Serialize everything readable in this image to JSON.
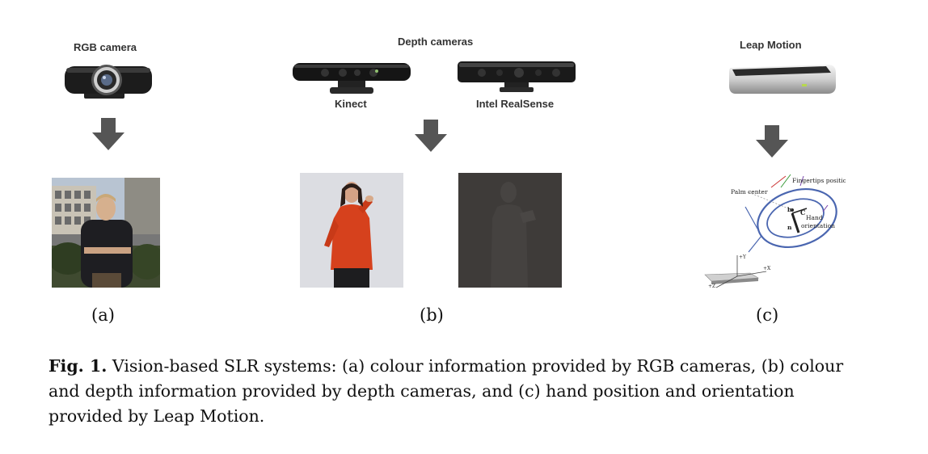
{
  "figure": {
    "panels": [
      {
        "id": "a",
        "device_label": "RGB camera",
        "panel_label": "(a)"
      },
      {
        "id": "b",
        "group_label": "Depth cameras",
        "devices": [
          "Kinect",
          "Intel RealSense"
        ],
        "panel_label": "(b)"
      },
      {
        "id": "c",
        "device_label": "Leap Motion",
        "panel_label": "(c)"
      }
    ],
    "diagram": {
      "palm_center": "Palm center",
      "fingertips": "Fingertips position",
      "hand": "Hand",
      "orientation": "orientation",
      "point_b": "b",
      "point_c": "C",
      "point_n": "n",
      "axis_y": "+Y",
      "axis_x": "+X",
      "axis_z": "+Z"
    }
  },
  "caption": {
    "label": "Fig. 1.",
    "text": " Vision-based SLR systems: (a) colour information provided by RGB cameras, (b) colour and depth information provided by depth cameras, and (c) hand position and orientation provided by Leap Motion."
  }
}
